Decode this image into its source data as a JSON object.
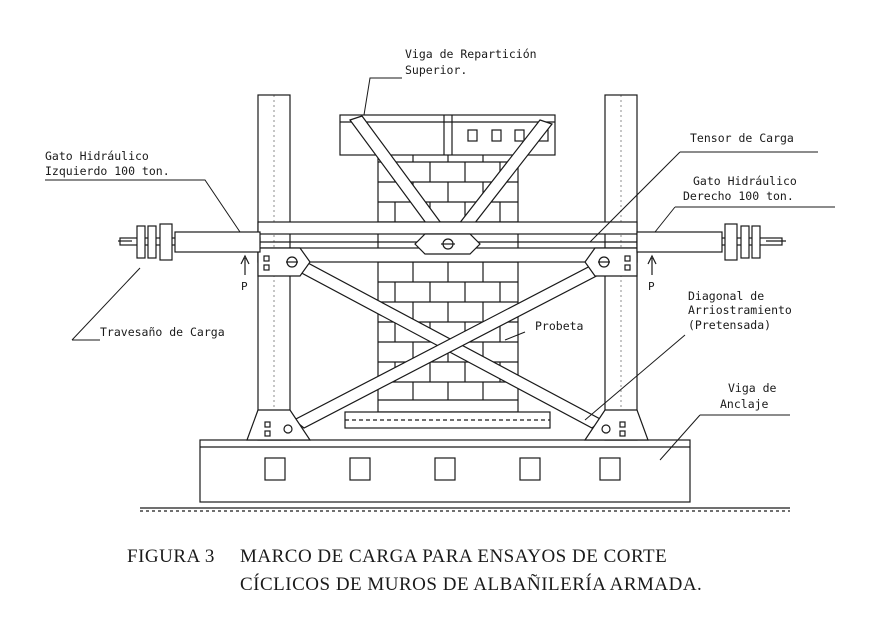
{
  "labels": {
    "viga_reparticion_1": "Viga de Repartición",
    "viga_reparticion_2": "Superior.",
    "tensor": "Tensor de Carga",
    "gato_izq_1": "Gato Hidráulico",
    "gato_izq_2": "Izquierdo 100 ton.",
    "gato_der_1": "Gato Hidráulico",
    "gato_der_2": "Derecho 100 ton.",
    "travesano": "Travesaño de Carga",
    "probeta": "Probeta",
    "diagonal_1": "Diagonal de",
    "diagonal_2": "Arriostramiento",
    "diagonal_3": "(Pretensada)",
    "viga_anclaje_1": "Viga de",
    "viga_anclaje_2": "Anclaje",
    "p_left": "P",
    "p_right": "P"
  },
  "caption": {
    "number": "FIGURA 3",
    "line1": "MARCO DE CARGA PARA ENSAYOS DE CORTE",
    "line2": "CÍCLICOS DE MUROS DE ALBAÑILERÍA ARMADA."
  }
}
